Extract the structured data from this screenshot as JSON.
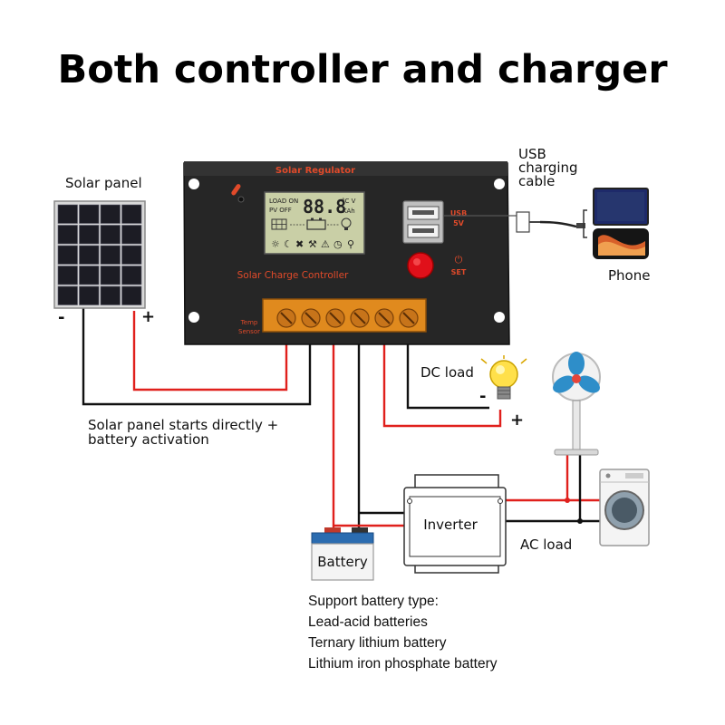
{
  "title": "Both controller and charger",
  "controller": {
    "brand": "Solar Regulator",
    "name": "Solar Charge Controller",
    "lcd_load": "LOAD ON",
    "lcd_pv": "PV OFF",
    "lcd_digits": "88.8",
    "lcd_unit_top": "°C V",
    "lcd_unit_bottom": "KAh",
    "usb_label": "USB",
    "usb_voltage": "5V",
    "set_label": "SET",
    "temp_label": "Temp",
    "sensor_label": "Sensor"
  },
  "labels": {
    "solar_panel": "Solar panel",
    "usb_line1": "USB",
    "usb_line2": "charging",
    "usb_line3": "cable",
    "phone": "Phone",
    "dc_load": "DC load",
    "panel_note_line1": "Solar panel starts directly +",
    "panel_note_line2": "battery activation",
    "inverter": "Inverter",
    "battery": "Battery",
    "ac_load": "AC load"
  },
  "signs": {
    "panel_minus": "-",
    "panel_plus": "+",
    "dc_minus": "-",
    "dc_plus": "+"
  },
  "battery_types": {
    "heading": "Support battery type:",
    "items": [
      "Lead-acid batteries",
      "Ternary lithium battery",
      "Lithium iron phosphate battery"
    ]
  },
  "colors": {
    "positive_wire": "#e0201c",
    "negative_wire": "#111111",
    "controller_body": "#262626",
    "terminal_block": "#e08a1e",
    "brand_text": "#e04a2a",
    "lcd_background": "#c9cfa6"
  }
}
